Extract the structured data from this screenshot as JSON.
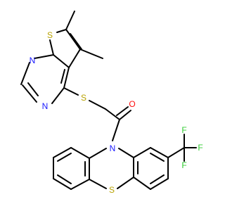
{
  "diagram": {
    "type": "chemical-structure",
    "background": "#ffffff",
    "bond_color": "#000000",
    "element_colors": {
      "S": "#b8a200",
      "N": "#1a1aff",
      "O": "#ff0d0d",
      "F": "#33cc33"
    },
    "labels": {
      "thiophene_s": "S",
      "pyrimidine_n1": "N",
      "pyrimidine_n3": "N",
      "thioether_s": "S",
      "carbonyl_o": "O",
      "phenothiazine_n": "N",
      "phenothiazine_s": "S",
      "f_top": "F",
      "f_right": "F",
      "f_bottom": "F"
    }
  }
}
